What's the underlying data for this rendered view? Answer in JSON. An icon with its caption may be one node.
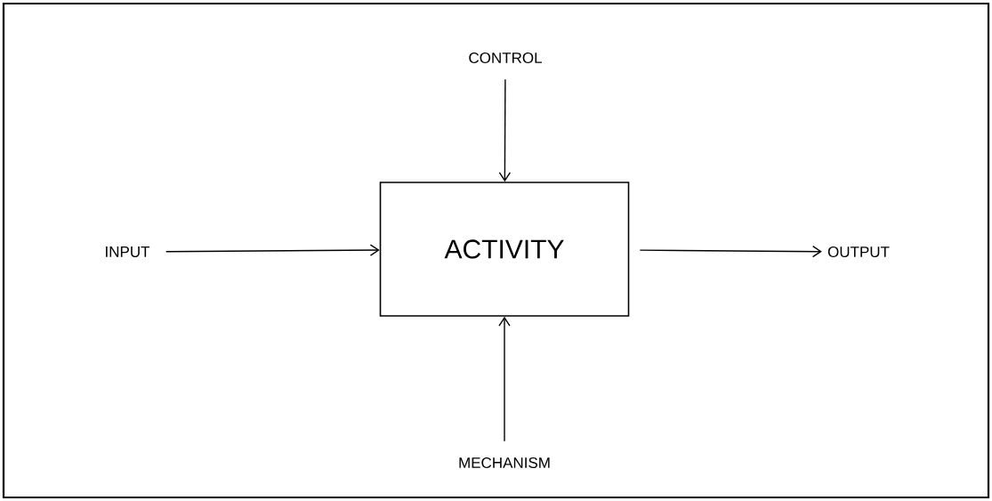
{
  "diagram": {
    "nodes": [
      {
        "text": [
          "CONTROL"
        ]
      },
      {
        "text": [
          "INPUT"
        ]
      },
      {
        "text": [
          "ACTIVITY"
        ]
      },
      {
        "text": [
          "OUTPUT"
        ]
      },
      {
        "text": [
          "MECHANISM"
        ]
      }
    ],
    "edges": [
      {
        "from": 0,
        "to": 2,
        "arrow": "to"
      },
      {
        "from": 1,
        "to": 2,
        "arrow": "to"
      },
      {
        "from": 2,
        "to": 3,
        "arrow": "to"
      },
      {
        "from": 4,
        "to": 2,
        "arrow": "to"
      }
    ]
  }
}
